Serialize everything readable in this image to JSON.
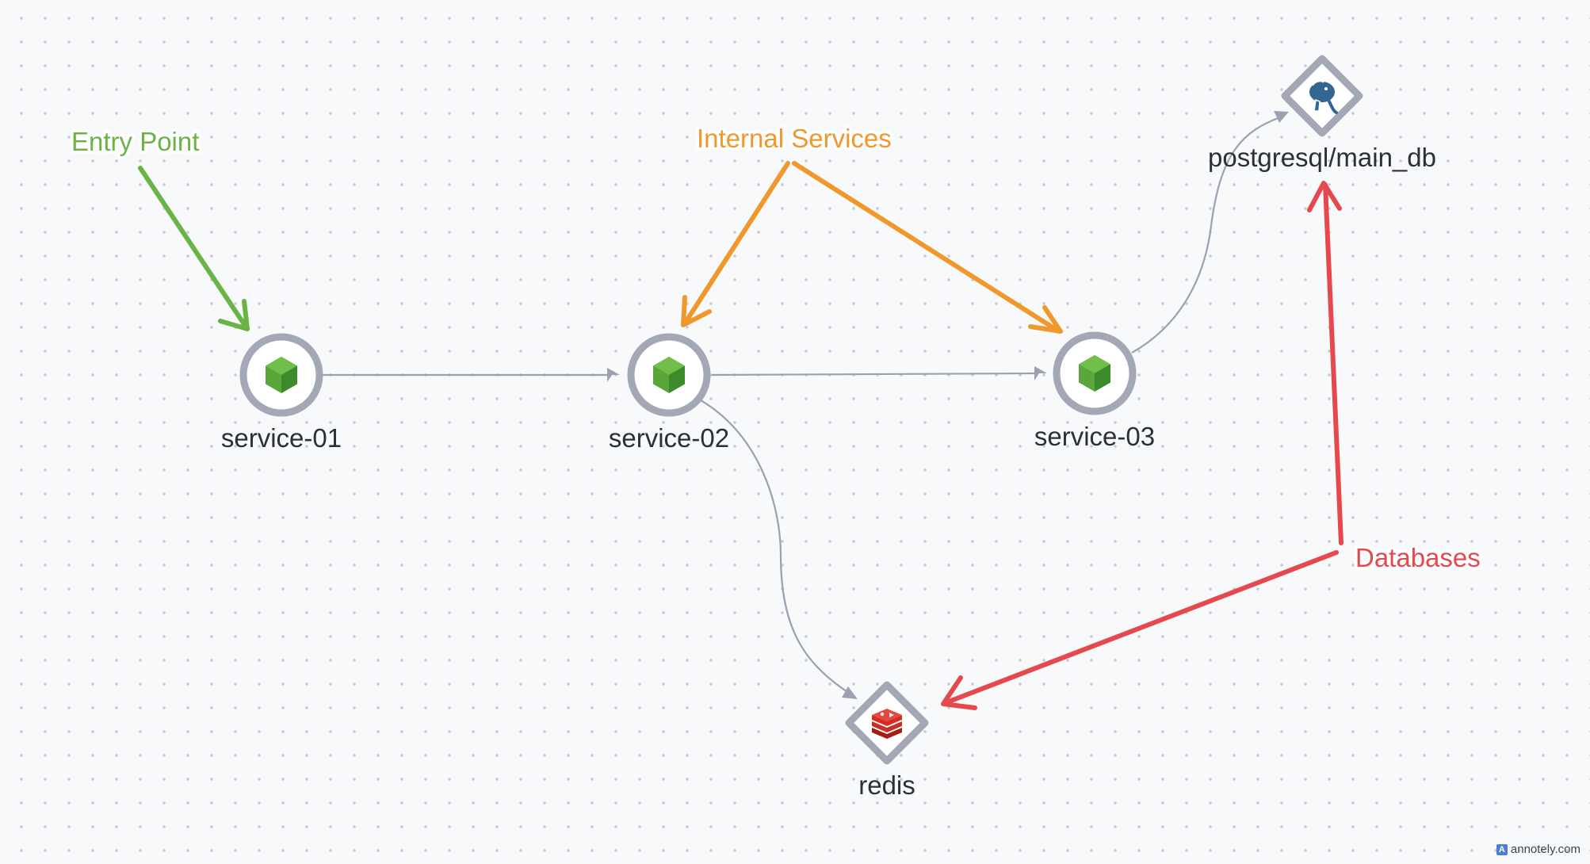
{
  "nodes": {
    "service_01": {
      "label": "service-01",
      "icon": "nodejs-hexagon-icon"
    },
    "service_02": {
      "label": "service-02",
      "icon": "nodejs-hexagon-icon"
    },
    "service_03": {
      "label": "service-03",
      "icon": "nodejs-hexagon-icon"
    },
    "postgresql": {
      "label": "postgresql/main_db",
      "icon": "postgresql-elephant-icon"
    },
    "redis": {
      "label": "redis",
      "icon": "redis-cube-icon"
    }
  },
  "edges": [
    {
      "from": "service-01",
      "to": "service-02"
    },
    {
      "from": "service-02",
      "to": "service-03"
    },
    {
      "from": "service-02",
      "to": "redis"
    },
    {
      "from": "service-03",
      "to": "postgresql/main_db"
    }
  ],
  "annotations": {
    "entry_point": {
      "label": "Entry Point",
      "color": "#6ab344"
    },
    "internal_services": {
      "label": "Internal Services",
      "color": "#f0982c"
    },
    "databases": {
      "label": "Databases",
      "color": "#e5484d"
    }
  },
  "watermark": {
    "text": "annotely.com"
  },
  "colors": {
    "node_ring": "#a2a8b5",
    "node_green": "#5aa63b",
    "edge": "#9aa1b0",
    "postgres_blue": "#336791",
    "redis_red": "#d82c20"
  }
}
